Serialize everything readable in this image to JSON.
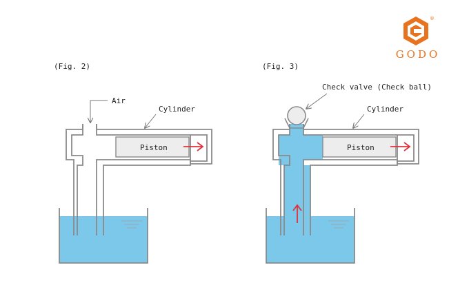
{
  "brand": {
    "name": "GODO",
    "registered_mark": "®",
    "color": "#E8731E"
  },
  "colors": {
    "water": "#7CC8EA",
    "stroke": "#8A8A8A",
    "piston_fill": "#EDEDED",
    "arrow": "#E0303A"
  },
  "fig2": {
    "caption": "(Fig. 2)",
    "air_label": "Air",
    "cylinder_label": "Cylinder",
    "piston_label": "Piston"
  },
  "fig3": {
    "caption": "(Fig. 3)",
    "valve_label": "Check valve (Check ball)",
    "cylinder_label": "Cylinder",
    "piston_label": "Piston"
  }
}
